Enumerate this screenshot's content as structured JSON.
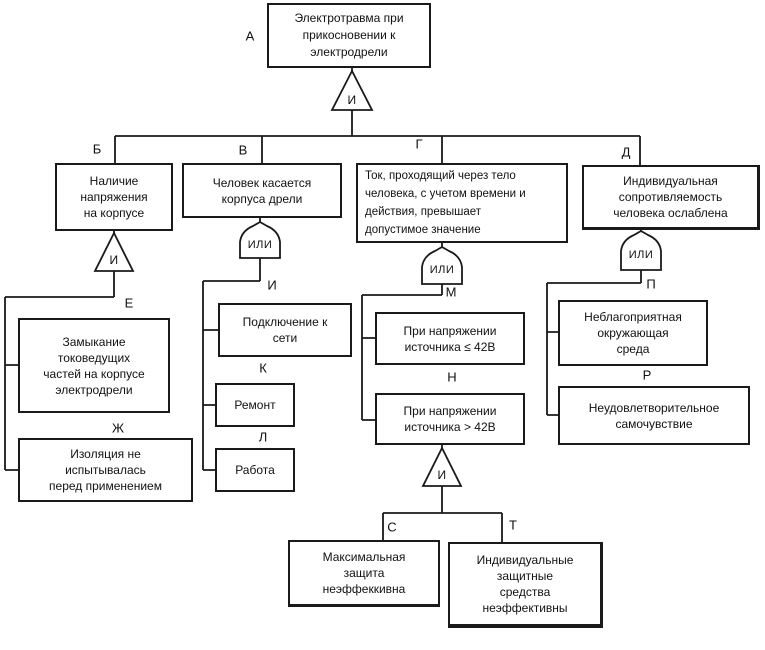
{
  "nodes": {
    "a": {
      "letter": "А",
      "text": "Электротравма при\nприкосновении к\nэлектродрели"
    },
    "b": {
      "letter": "Б",
      "text": "Наличие\nнапряжения\nна корпусе"
    },
    "v": {
      "letter": "В",
      "text": "Человек касается\nкорпуса дрели"
    },
    "g": {
      "letter": "Г",
      "text": "Ток, проходящий через тело\nчеловека, с учетом времени и\nдействия, превышает\nдопустимое значение"
    },
    "d": {
      "letter": "Д",
      "text": "Индивидуальная\nсопротивляемость\nчеловека ослаблена"
    },
    "e": {
      "letter": "Е",
      "text": "Замыкание\nтоковедущих\nчастей на корпусе\nэлектродрели"
    },
    "zh": {
      "letter": "Ж",
      "text": "Изоляция не\nиспытывалась\nперед применением"
    },
    "i": {
      "letter": "И",
      "text": "Подключение к\nсети"
    },
    "k": {
      "letter": "К",
      "text": "Ремонт"
    },
    "l": {
      "letter": "Л",
      "text": "Работа"
    },
    "m": {
      "letter": "М",
      "text": "При напряжении\nисточника ≤ 42В"
    },
    "n": {
      "letter": "Н",
      "text": "При напряжении\nисточника > 42В"
    },
    "p": {
      "letter": "П",
      "text": "Неблагоприятная\nокружающая\nсреда"
    },
    "r": {
      "letter": "Р",
      "text": "Неудовлетворительное\nсамочувствие"
    },
    "s": {
      "letter": "С",
      "text": "Максимальная\nзащита\nнеэффеккивна"
    },
    "t": {
      "letter": "Т",
      "text": "Индивидуальные\nзащитные\nсредства\nнеэффективны"
    }
  },
  "gates": {
    "top_and": {
      "type": "AND",
      "label": "И"
    },
    "b_and": {
      "type": "AND",
      "label": "И"
    },
    "v_or": {
      "type": "OR",
      "label": "ИЛИ"
    },
    "g_or": {
      "type": "OR",
      "label": "ИЛИ"
    },
    "d_or": {
      "type": "OR",
      "label": "ИЛИ"
    },
    "n_and": {
      "type": "AND",
      "label": "И"
    }
  },
  "colors": {
    "line": "#1a1a1a",
    "background": "#ffffff",
    "box_fill": "#ffffff"
  }
}
